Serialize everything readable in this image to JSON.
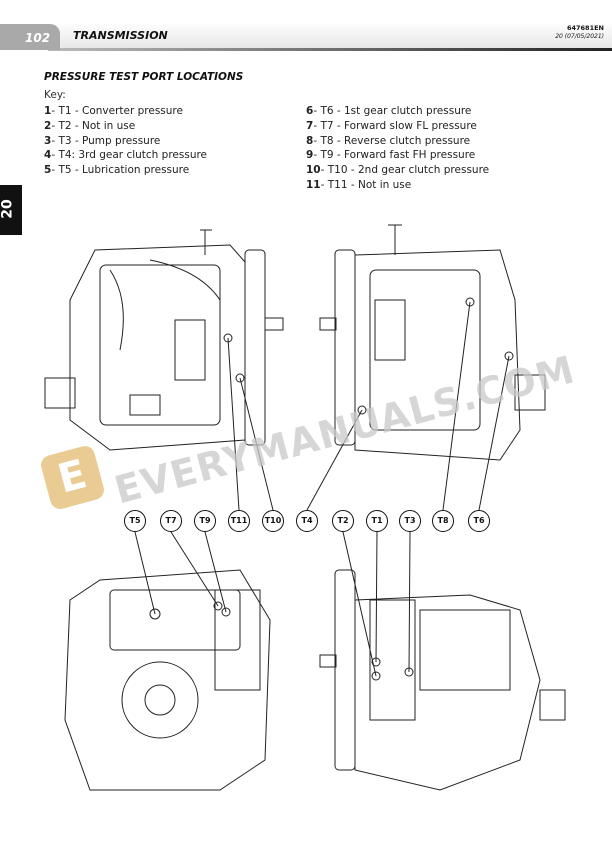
{
  "header": {
    "page_number": "102",
    "section": "TRANSMISSION",
    "doc_id": "647681EN",
    "revision": "20 (07/05/2021)"
  },
  "side_tab": "20",
  "title": "PRESSURE TEST PORT LOCATIONS",
  "key_label": "Key:",
  "key_left": [
    {
      "n": "1",
      "text": "- T1 - Converter pressure"
    },
    {
      "n": "2",
      "text": "- T2 - Not in use"
    },
    {
      "n": "3",
      "text": "- T3 - Pump pressure"
    },
    {
      "n": "4",
      "text": "- T4: 3rd gear clutch pressure"
    },
    {
      "n": "5",
      "text": "- T5 - Lubrication pressure"
    }
  ],
  "key_right": [
    {
      "n": "6",
      "text": "- T6 - 1st gear clutch pressure"
    },
    {
      "n": "7",
      "text": "- T7 - Forward slow FL pressure"
    },
    {
      "n": "8",
      "text": "- T8 - Reverse clutch pressure"
    },
    {
      "n": "9",
      "text": "- T9 - Forward fast FH pressure"
    },
    {
      "n": "10",
      "text": "- T10 - 2nd gear clutch pressure"
    },
    {
      "n": "11",
      "text": "- T11 - Not in use"
    }
  ],
  "callouts": [
    "T5",
    "T7",
    "T9",
    "T11",
    "T10",
    "T4",
    "T2",
    "T1",
    "T3",
    "T8",
    "T6"
  ],
  "watermark": "EVERYMANUALS.COM"
}
